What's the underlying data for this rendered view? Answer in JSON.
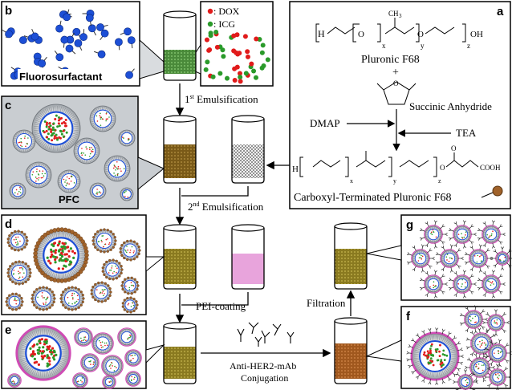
{
  "panels": {
    "a": {
      "letter": "a",
      "pluronic_label": "Pluronic F68",
      "plus": "+",
      "anhydride_label": "Succinic Anhydride",
      "dmap": "DMAP",
      "tea": "TEA",
      "product_label": "Carboxyl-Terminated Pluronic F68",
      "formula": {
        "h": "H",
        "o1": "O",
        "ch3": "CH",
        "ch3_sub": "3",
        "o2": "O",
        "oh": "OH",
        "x": "x",
        "y": "y",
        "z": "z",
        "cooh": "COOH",
        "o3": "O",
        "o4": "O",
        "o_ring": "O"
      }
    },
    "b": {
      "letter": "b",
      "fluorosurfactant_label": "Fluorosurfactant",
      "dox_label": ": DOX",
      "icg_label": ": ICG"
    },
    "c": {
      "letter": "c",
      "pfc_label": "PFC"
    },
    "d": {
      "letter": "d"
    },
    "e": {
      "letter": "e"
    },
    "f": {
      "letter": "f"
    },
    "g": {
      "letter": "g"
    }
  },
  "steps": {
    "emulsification1_base": "1",
    "emulsification1_sup": "st",
    "emulsification1_text": " Emulsification",
    "emulsification2_base": "2",
    "emulsification2_sup": "nd",
    "emulsification2_text": " Emulsification",
    "pei_coating": "PEI-coating",
    "antibody_line1": "Anti-HER2-mAb",
    "antibody_line2": "Conjugation",
    "filtration": "Filtration"
  },
  "colors": {
    "dox": "#e11b1b",
    "icg": "#2a9a2a",
    "fluoro_blue": "#1d4fd6",
    "droplet_fill": "#f2f2f2",
    "brown_liquid": "#7a5a18",
    "pink_liquid": "#e8a4dc",
    "pei_brown": "#a0622a",
    "pink_rim": "#d04bb5",
    "panel_c_bg": "#c9cdd1"
  }
}
